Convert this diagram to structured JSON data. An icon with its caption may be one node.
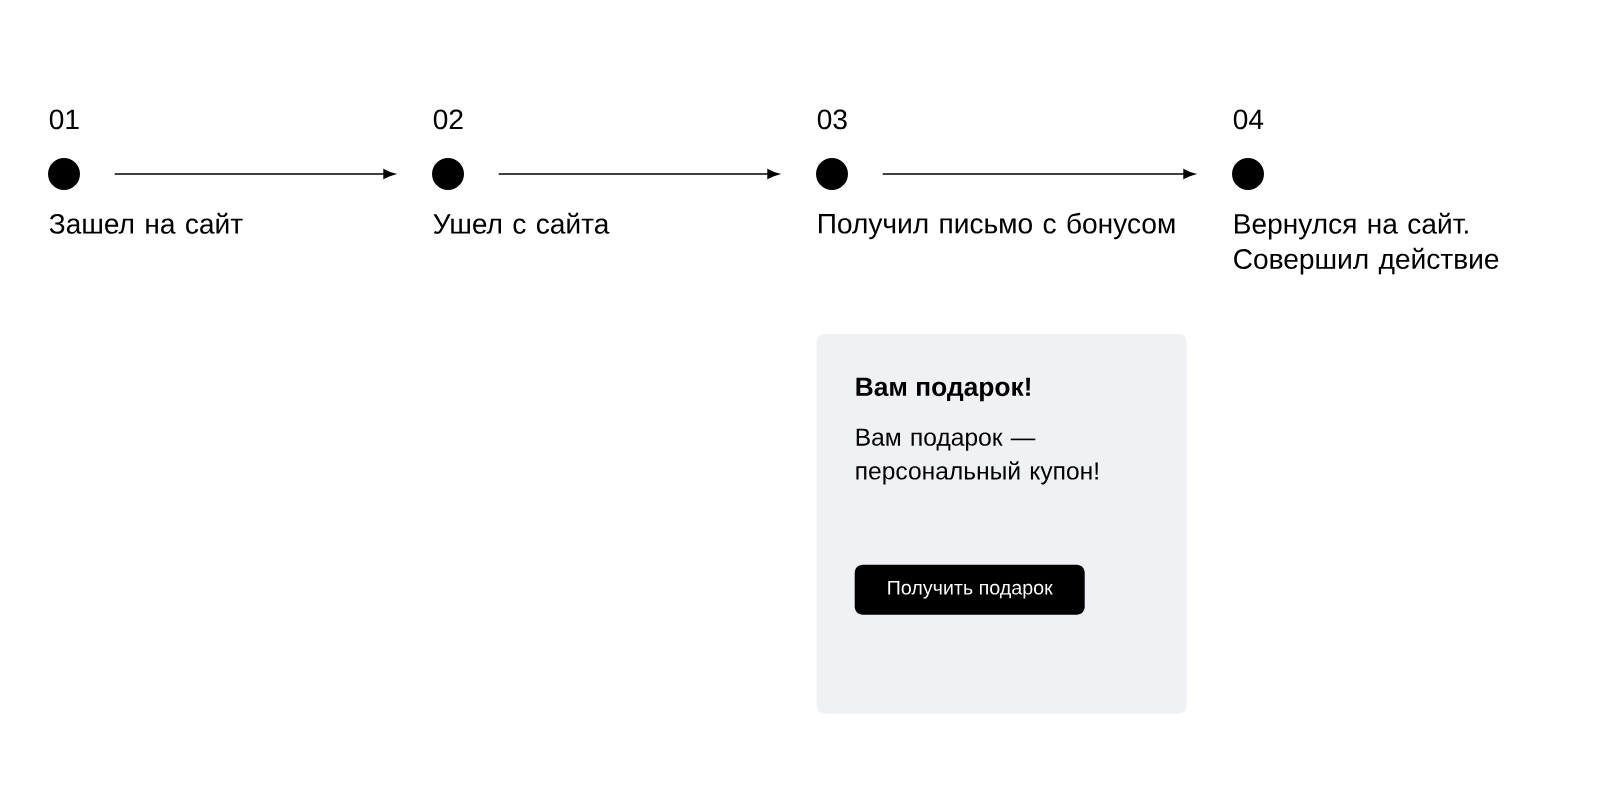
{
  "diagram": {
    "nodes": [
      {
        "text": [
          "01"
        ],
        "beside": [
          "Зашел на сайт"
        ]
      },
      {
        "text": [
          "02"
        ],
        "beside": [
          "Ушел с сайта"
        ]
      },
      {
        "text": [
          "03"
        ],
        "beside": [
          "Получил письмо с бонусом"
        ]
      },
      {
        "text": [
          "04"
        ],
        "beside": [
          "Вернулся на сайт. Совершил действие"
        ]
      },
      {
        "text": [
          "Вам подарок!",
          "Вам подарок — персональный купон!"
        ]
      },
      {
        "text": [
          "Получить подарок"
        ],
        "in": 4
      }
    ],
    "edges": [
      {
        "from": 0,
        "to": 1,
        "arrow": "to"
      },
      {
        "from": 1,
        "to": 2,
        "arrow": "to"
      },
      {
        "from": 2,
        "to": 3,
        "arrow": "to"
      }
    ]
  }
}
